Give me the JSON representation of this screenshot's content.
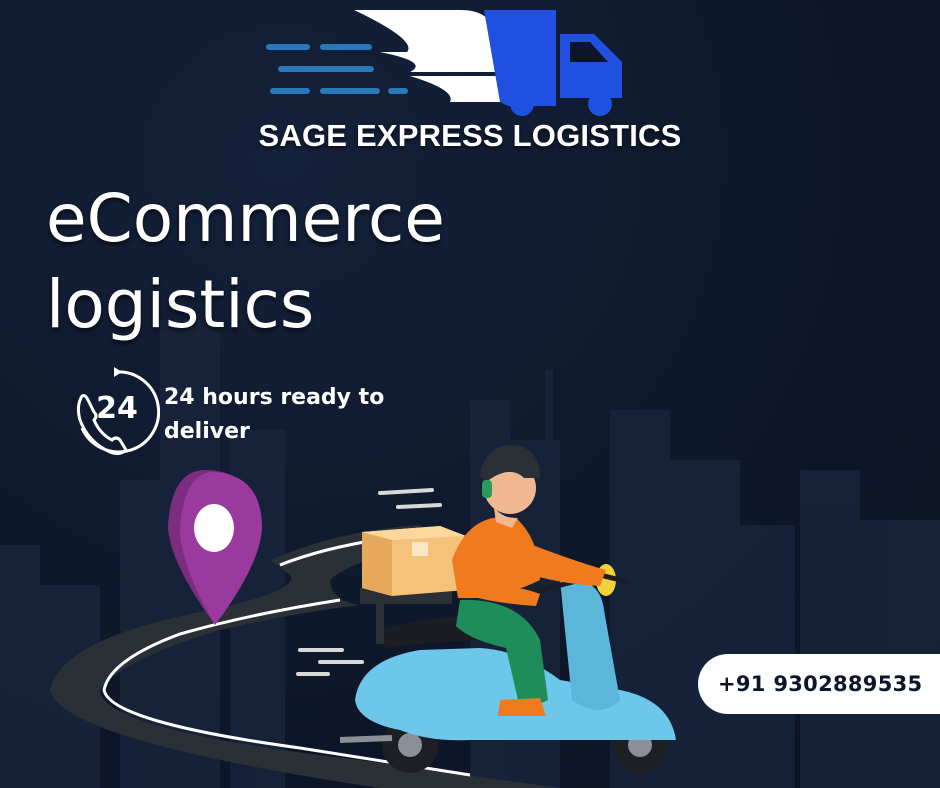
{
  "brand": {
    "name": "SAGE EXPRESS LOGISTICS",
    "logo_icon": "winged-truck-icon"
  },
  "headline": {
    "line1": "eCommerce",
    "line2": "logistics"
  },
  "feature": {
    "badge_text": "24",
    "badge_icon": "24-hour-phone-icon",
    "text": "24 hours ready to deliver"
  },
  "contact": {
    "phone": "+91 9302889535"
  },
  "illustration": {
    "pin_icon": "location-pin-icon",
    "scooter": "delivery-scooter-rider",
    "package": "cardboard-box"
  },
  "colors": {
    "background": "#0d1628",
    "truck_blue": "#1f50e0",
    "pin_purple": "#9b3a9e",
    "scooter_blue": "#6cc7ea",
    "shirt_orange": "#f07a1e",
    "text": "#ffffff"
  }
}
